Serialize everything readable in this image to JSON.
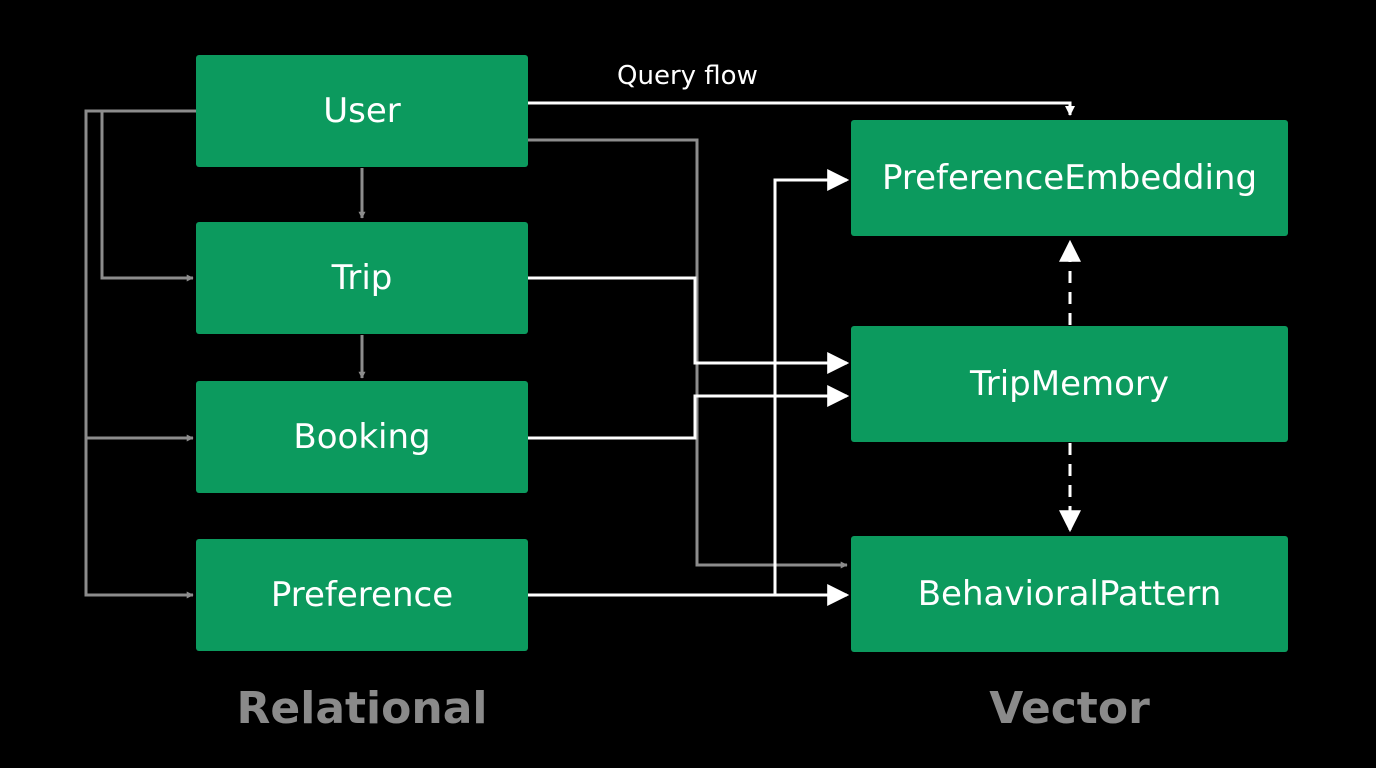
{
  "groups": {
    "relational": "Relational",
    "vector": "Vector"
  },
  "nodes": {
    "user": "User",
    "trip": "Trip",
    "booking": "Booking",
    "preference": "Preference",
    "preference_embedding": "PreferenceEmbedding",
    "trip_memory": "TripMemory",
    "behavioral_pattern": "BehavioralPattern"
  },
  "edges": {
    "query_flow_label": "Query flow"
  },
  "colors": {
    "background": "#000000",
    "node_fill": "#0c9a5e",
    "node_text": "#ffffff",
    "relational_edge": "#8c8c8c",
    "vector_edge": "#ffffff",
    "group_label": "#8a8a8a"
  }
}
